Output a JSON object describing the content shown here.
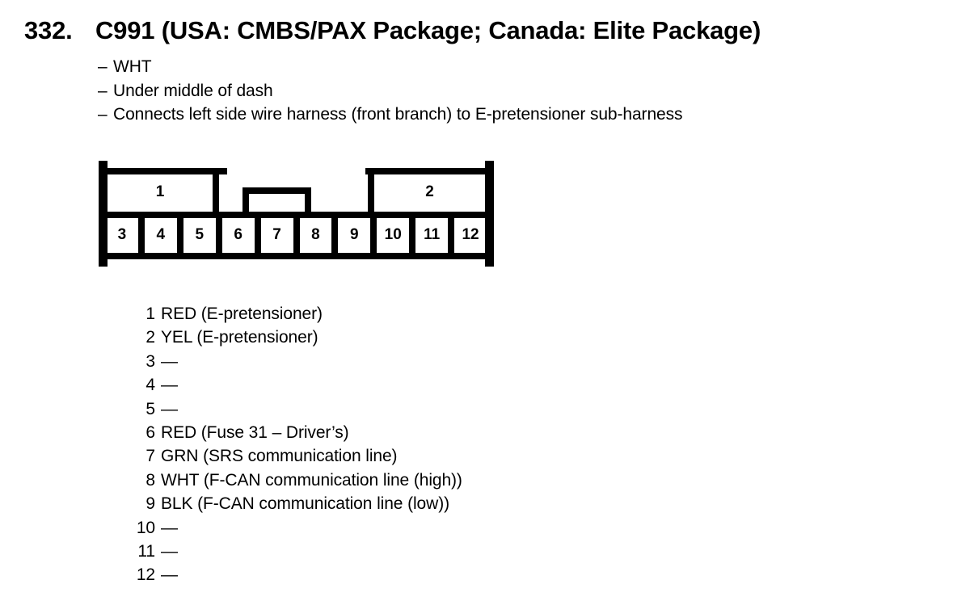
{
  "title": {
    "number": "332.",
    "text": "C991 (USA: CMBS/PAX Package; Canada: Elite Package)"
  },
  "description": {
    "dash": "–",
    "lines": [
      "WHT",
      "Under middle of dash",
      "Connects left side wire harness (front branch) to E-pretensioner sub-harness"
    ]
  },
  "connector": {
    "upper_blocks": [
      {
        "label": "1"
      },
      {
        "label": "2"
      }
    ],
    "pins": [
      {
        "label": "3"
      },
      {
        "label": "4"
      },
      {
        "label": "5"
      },
      {
        "label": "6"
      },
      {
        "label": "7"
      },
      {
        "label": "8"
      },
      {
        "label": "9"
      },
      {
        "label": "10"
      },
      {
        "label": "11"
      },
      {
        "label": "12"
      }
    ]
  },
  "pin_list": [
    {
      "number": "1",
      "desc": "RED (E-pretensioner)"
    },
    {
      "number": "2",
      "desc": "YEL (E-pretensioner)"
    },
    {
      "number": "3",
      "desc": "—"
    },
    {
      "number": "4",
      "desc": "—"
    },
    {
      "number": "5",
      "desc": "—"
    },
    {
      "number": "6",
      "desc": "RED (Fuse 31 – Driver’s)"
    },
    {
      "number": "7",
      "desc": "GRN (SRS communication line)"
    },
    {
      "number": "8",
      "desc": "WHT (F-CAN communication line (high))"
    },
    {
      "number": "9",
      "desc": "BLK (F-CAN communication line (low))"
    },
    {
      "number": "10",
      "desc": "—"
    },
    {
      "number": "11",
      "desc": "—"
    },
    {
      "number": "12",
      "desc": "—"
    }
  ],
  "colors": {
    "ink": "#000000",
    "background": "#ffffff"
  }
}
